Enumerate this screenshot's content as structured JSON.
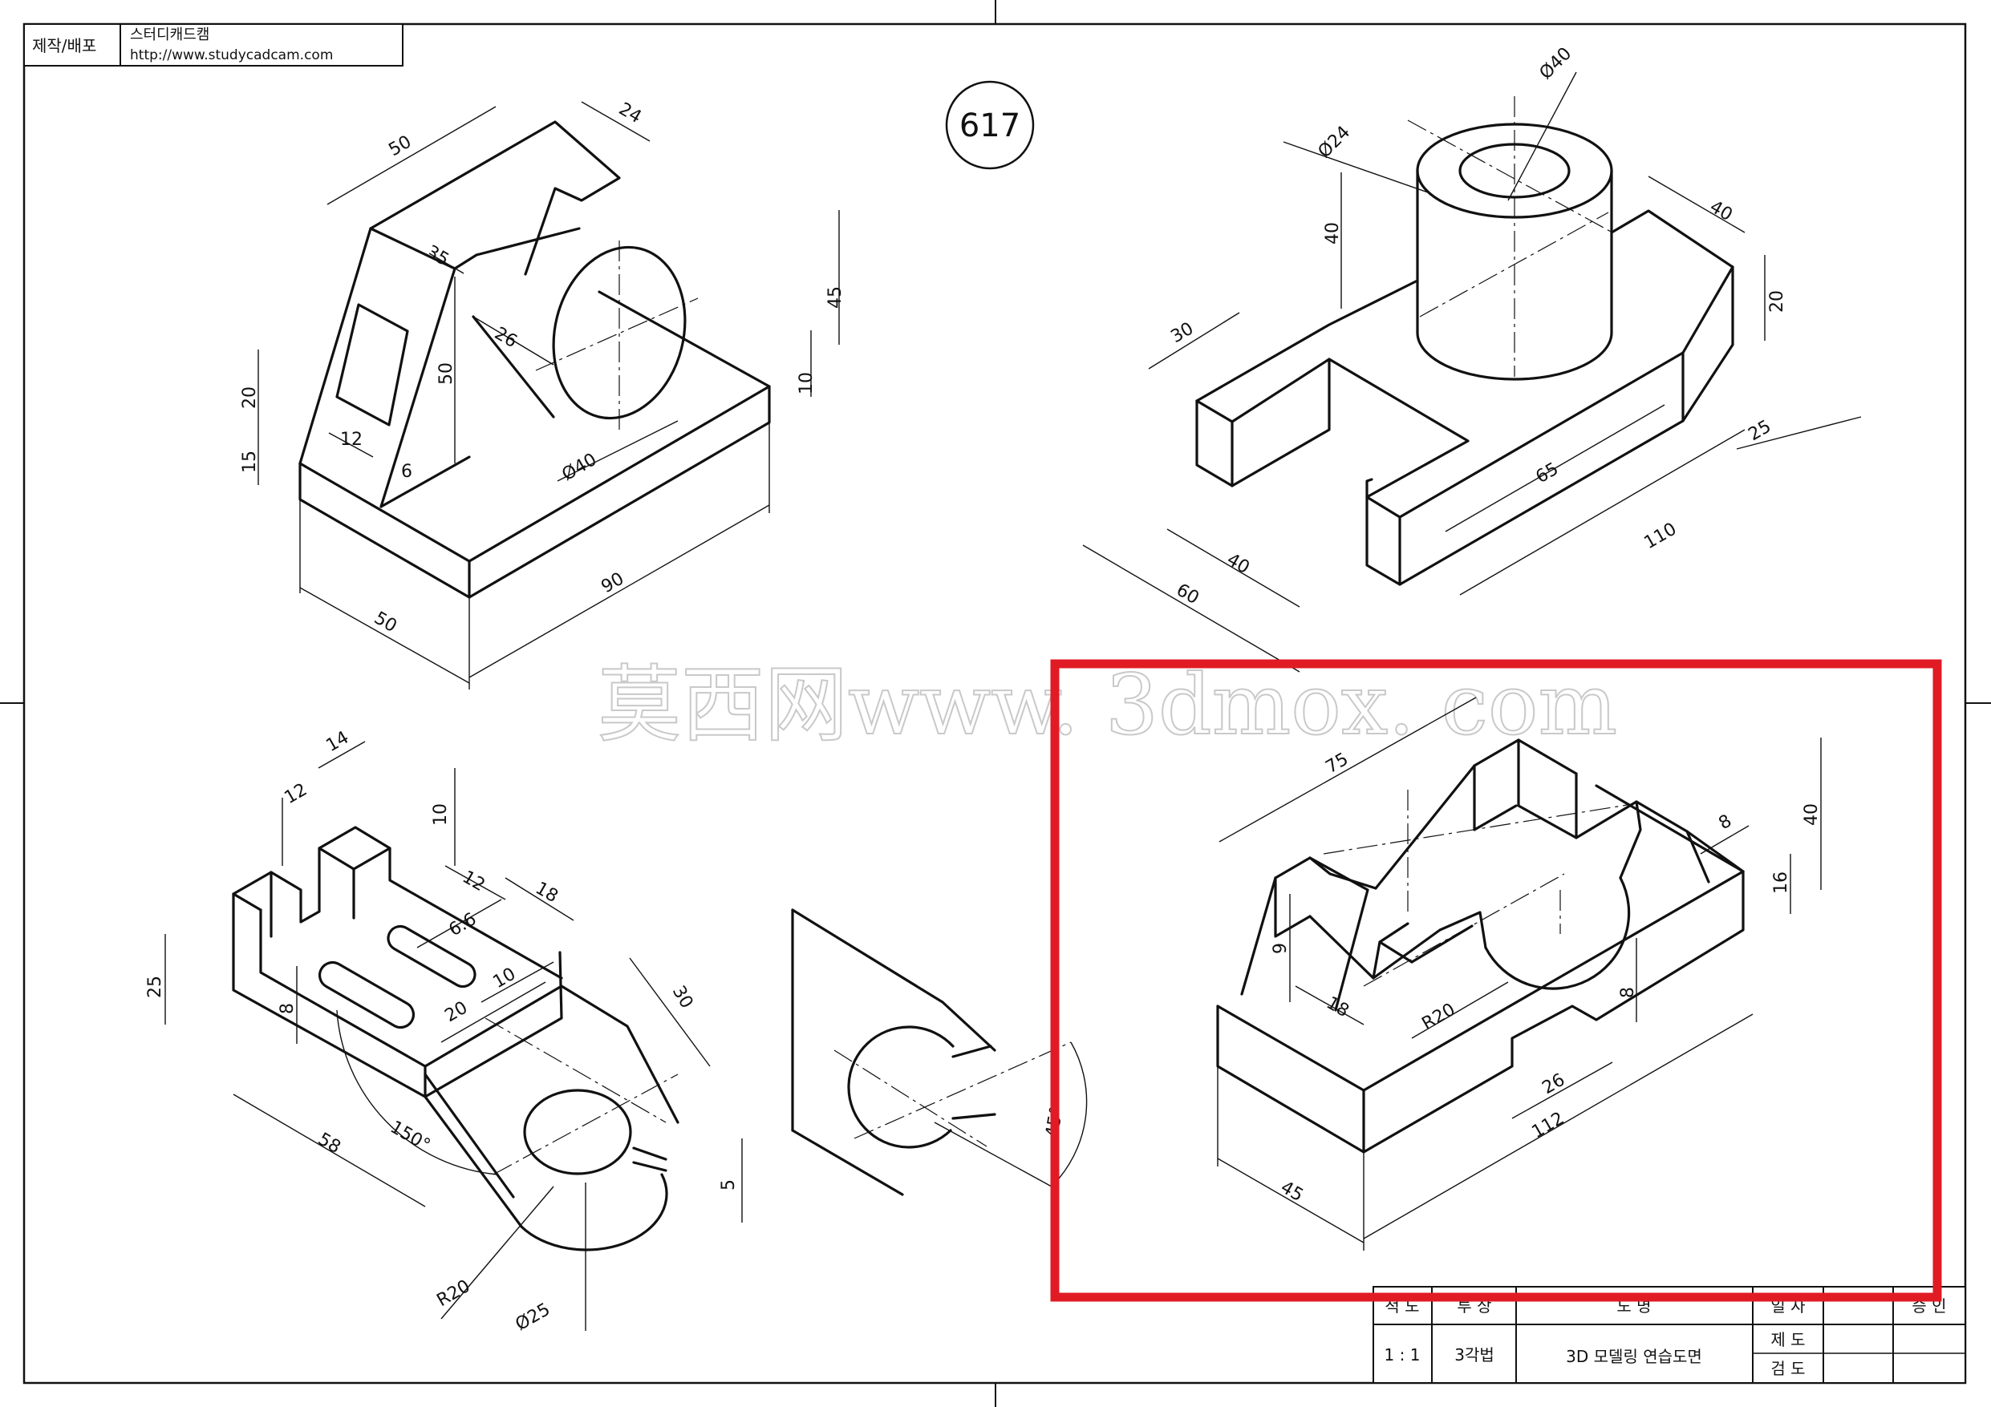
{
  "header": {
    "producer_label": "제작/배포",
    "company": "스터디캐드캠",
    "url": "http://www.studycadcam.com"
  },
  "drawing_number": "617",
  "watermark": "莫西网www. 3dmox. com",
  "view_top_left": {
    "dims": [
      "50",
      "24",
      "35",
      "26",
      "45",
      "10",
      "20",
      "15",
      "50",
      "12",
      "6",
      "Ø40",
      "90",
      "50"
    ]
  },
  "view_top_right": {
    "dims": [
      "Ø40",
      "Ø24",
      "40",
      "40",
      "20",
      "30",
      "65",
      "25",
      "110",
      "40",
      "60"
    ]
  },
  "view_bottom_left": {
    "dims": [
      "14",
      "12",
      "10",
      "12",
      "18",
      "6.6",
      "25",
      "8",
      "10",
      "20",
      "30",
      "58",
      "150°",
      "5",
      "R20",
      "Ø25"
    ]
  },
  "view_bottom_middle": {
    "dims": [
      "45°"
    ]
  },
  "view_bottom_right": {
    "highlight_color": "#e01b24",
    "dims": [
      "75",
      "8",
      "40",
      "16",
      "9",
      "18",
      "R20",
      "8",
      "26",
      "112",
      "45"
    ]
  },
  "title_block": {
    "scale_header": "척 도",
    "projection_header": "투 상",
    "name_header": "도 명",
    "date_header": "일 자",
    "approval_header": "승 인",
    "scale": "1 : 1",
    "projection": "3각법",
    "drawing_name": "3D 모델링 연습도면",
    "drawn": "제 도",
    "checked": "검 도"
  }
}
